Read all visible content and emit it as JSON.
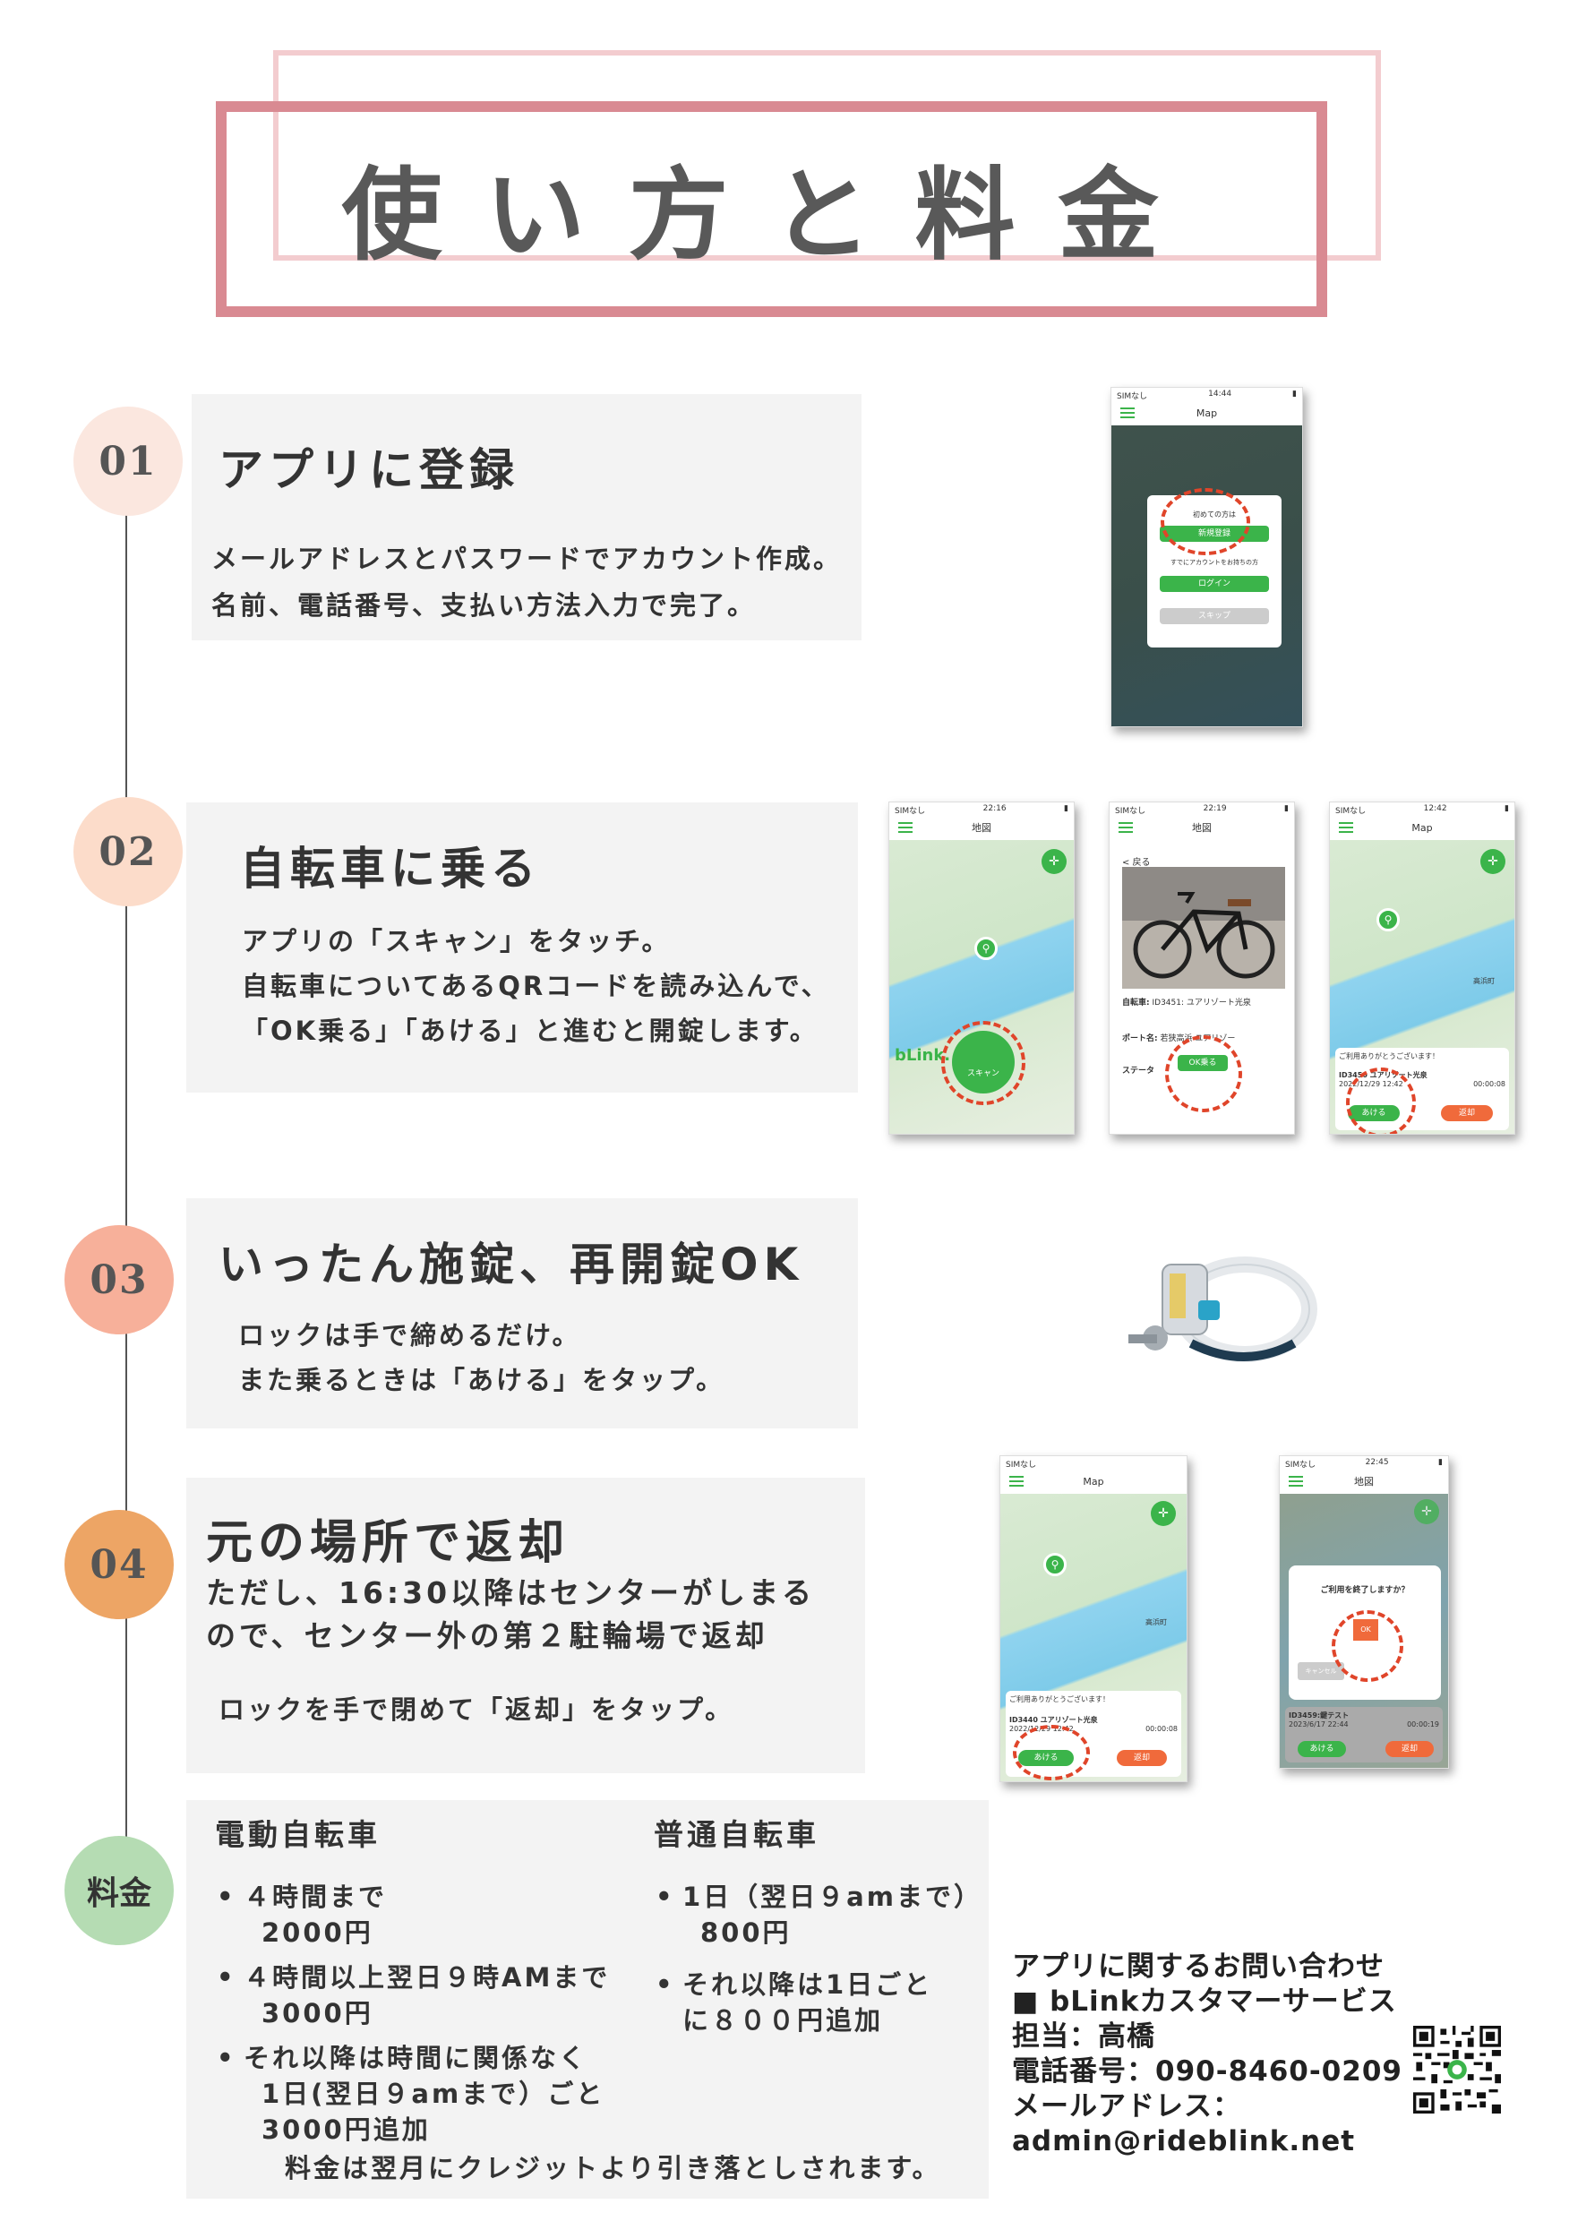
{
  "title": "使い方と料金",
  "steps": [
    {
      "num": "01",
      "heading": "アプリに登録",
      "body": [
        "メールアドレスとパスワードでアカウント作成。",
        "名前、電話番号、支払い方法入力で完了。"
      ]
    },
    {
      "num": "02",
      "heading": "自転車に乗る",
      "body": [
        "アプリの「スキャン」をタッチ。",
        "自転車についてあるQRコードを読み込んで、",
        "「OK乗る」「あける」と進むと開錠します。"
      ]
    },
    {
      "num": "03",
      "heading": "いったん施錠、再開錠OK",
      "body": [
        "ロックは手で締めるだけ。",
        "また乗るときは「あける」をタップ。"
      ]
    },
    {
      "num": "04",
      "heading": "元の場所で返却",
      "body": [
        "ただし、16:30以降はセンターがしまる",
        "ので、センター外の第２駐輪場で返却"
      ],
      "sub": "ロックを手で閉めて「返却」をタップ。"
    }
  ],
  "fee": {
    "label": "料金",
    "electric": {
      "heading": "電動自転車",
      "items": [
        {
          "line": "４時間まで",
          "sub": "2000円"
        },
        {
          "line": "４時間以上翌日９時AMまで",
          "sub": "3000円"
        },
        {
          "line": "それ以降は時間に関係なく",
          "sub": "1日(翌日９amまで）ごと",
          "sub2": "3000円追加"
        }
      ]
    },
    "normal": {
      "heading": "普通自転車",
      "items": [
        {
          "line": "1日（翌日９amまで）",
          "sub": "800円"
        },
        {
          "line": "それ以降は1日ごと",
          "sub": "に８００円追加"
        }
      ]
    },
    "note": "料金は翌月にクレジットより引き落としされます。"
  },
  "contact": {
    "title": "アプリに関するお問い合わせ",
    "service": "■ bLinkカスタマーサービス",
    "person": "担当：高橋",
    "phone": "電話番号：090-8460-0209",
    "email_label": "メールアドレス：",
    "email": "admin@rideblink.net"
  },
  "phones": {
    "p1": {
      "status_left": "SIMなし",
      "time": "14:44",
      "bar": "Map",
      "popup_title": "初めての方は",
      "btn_register": "新規登録",
      "popup_mid": "すでにアカウントをお持ちの方",
      "btn_login": "ログイン",
      "btn_skip": "スキップ"
    },
    "p2": {
      "status_left": "SIMなし",
      "time": "22:16",
      "bar": "地図",
      "logo": "bLink.",
      "scan": "スキャン"
    },
    "p3": {
      "status_left": "SIMなし",
      "time": "22:19",
      "bar": "地図",
      "back": "< 戻る",
      "bike_label": "自転車:",
      "bike_value": "ID3451: ユアリゾート光泉",
      "port_label": "ポート名:",
      "port_value": "若狭高浜 ユアリゾー",
      "status_label": "ステータ",
      "ok": "OK乗る"
    },
    "p4": {
      "status_left": "SIMなし",
      "time": "12:42",
      "bar": "Map",
      "town": "高浜町",
      "thanks": "ご利用ありがとうございます！",
      "ride_id": "ID3450 ユアリゾート光泉",
      "ride_date": "2022/12/29 12:42",
      "ride_time": "00:00:08",
      "open": "あける",
      "return": "返却"
    },
    "p5": {
      "status_left": "SIMなし",
      "bar": "Map",
      "town": "高浜町",
      "thanks": "ご利用ありがとうございます！",
      "ride_id": "ID3440 ユアリゾート光泉",
      "ride_date": "2022/12/29 12:42",
      "ride_time": "00:00:08",
      "open": "あける",
      "return": "返却"
    },
    "p6": {
      "status_left": "SIMなし",
      "time": "22:45",
      "bar": "地図",
      "dialog": "ご利用を終了しますか？",
      "ok": "OK",
      "cancel": "キャンセル",
      "ride_id": "ID3459:鍵テスト",
      "ride_date": "2023/6/17 22:44",
      "ride_time": "00:00:19",
      "open": "あける",
      "return": "返却"
    }
  }
}
